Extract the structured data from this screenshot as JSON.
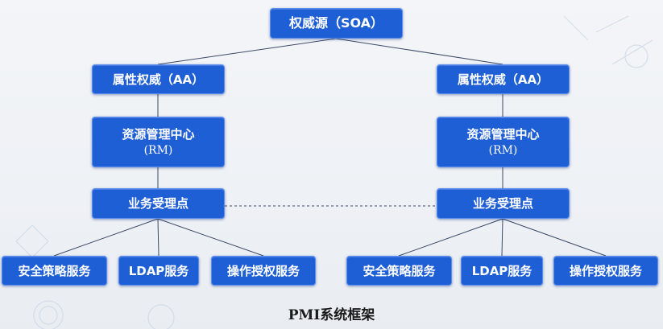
{
  "nodes": {
    "soa": "权威源（SOA）",
    "aa_left": "属性权威（AA）",
    "aa_right": "属性权威（AA）",
    "rm_left": {
      "line1": "资源管理中心",
      "line2": "(RM)"
    },
    "rm_right": {
      "line1": "资源管理中心",
      "line2": "(RM)"
    },
    "bp_left": "业务受理点",
    "bp_right": "业务受理点",
    "leaf_left": [
      "安全策略服务",
      "LDAP服务",
      "操作授权服务"
    ],
    "leaf_right": [
      "安全策略服务",
      "LDAP服务",
      "操作授权服务"
    ]
  },
  "caption": "PMI系统框架",
  "colors": {
    "node": "#1f5fd6",
    "line": "#3b4a66",
    "text": "#ffffff"
  }
}
